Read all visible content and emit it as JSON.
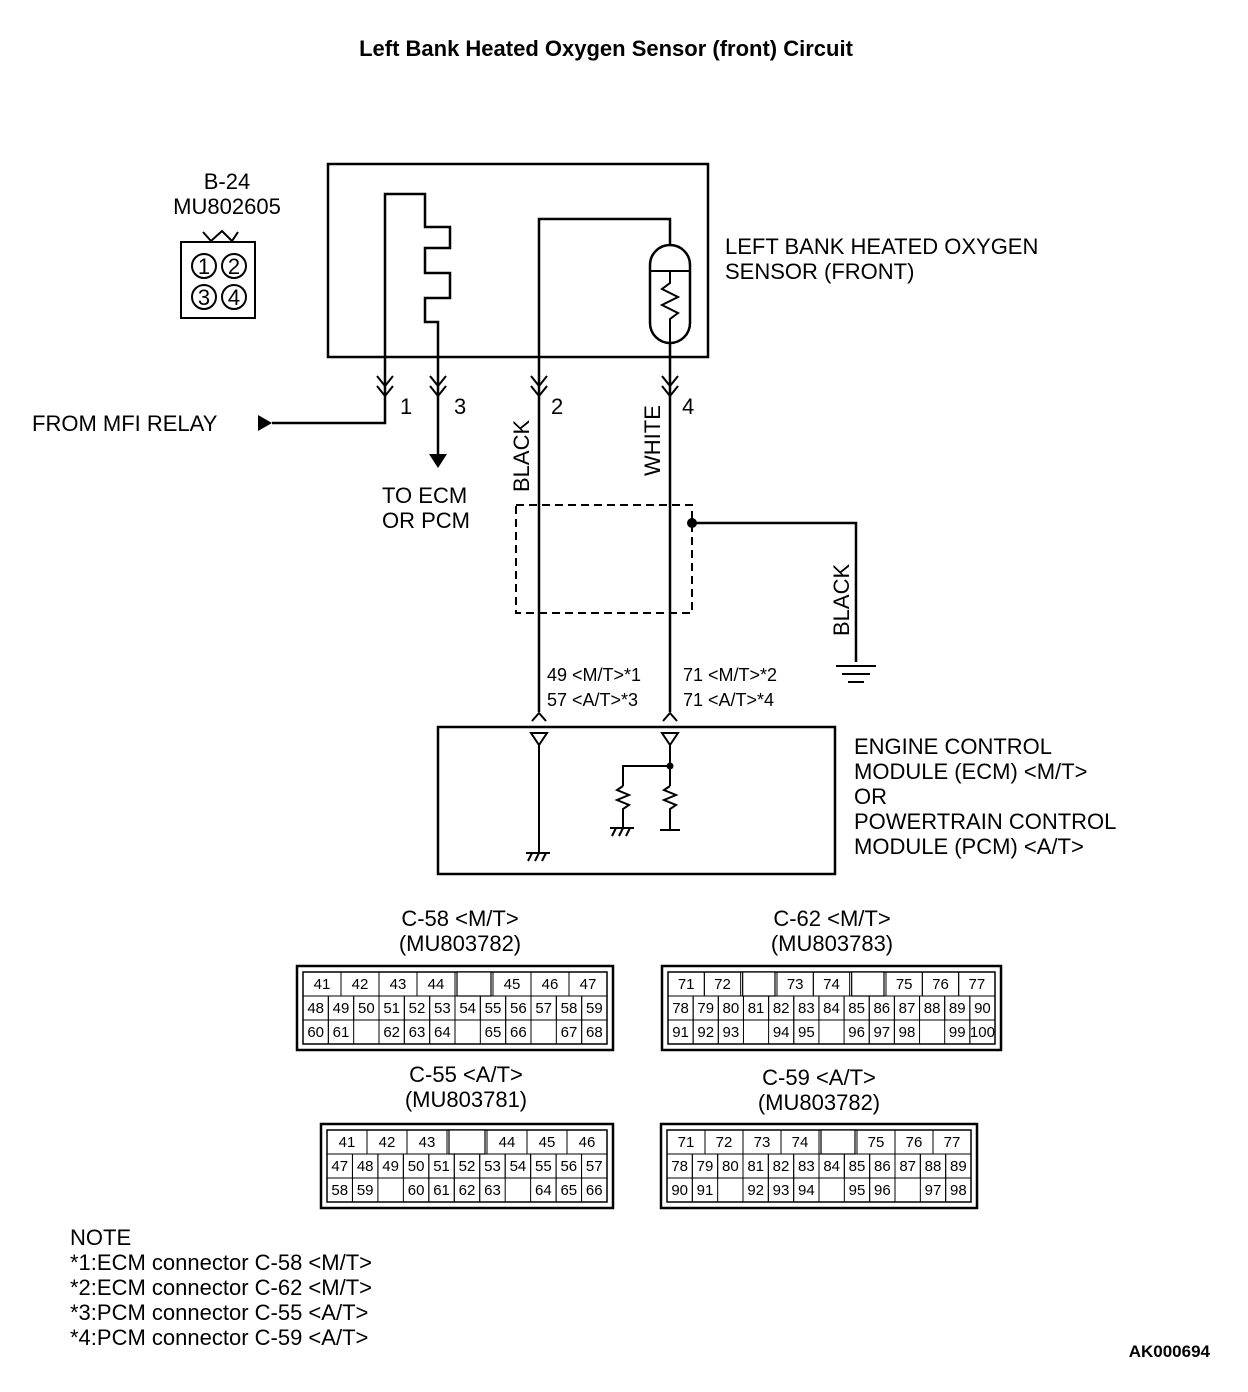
{
  "title": "Left Bank Heated Oxygen Sensor (front) Circuit",
  "sensor_connector": {
    "id": "B-24",
    "part": "MU802605",
    "pins": [
      "1",
      "2",
      "3",
      "4"
    ]
  },
  "sensor": {
    "line1": "LEFT BANK HEATED OXYGEN",
    "line2": "SENSOR (FRONT)"
  },
  "source": "FROM MFI RELAY",
  "to_ecm": {
    "line1": "TO ECM",
    "line2": "OR PCM"
  },
  "pins": {
    "p1": "1",
    "p3": "3",
    "p2": "2",
    "p4": "4"
  },
  "wires": {
    "black": "BLACK",
    "white": "WHITE",
    "ground": "BLACK"
  },
  "terminals": {
    "left1": "49 <M/T>*1",
    "left2": "57 <A/T>*3",
    "right1": "71 <M/T>*2",
    "right2": "71 <A/T>*4"
  },
  "module": {
    "line1": "ENGINE CONTROL",
    "line2": "MODULE (ECM) <M/T>",
    "line3": "OR",
    "line4": "POWERTRAIN CONTROL",
    "line5": "MODULE (PCM) <A/T>"
  },
  "connectors": {
    "c58": {
      "name": "C-58 <M/T>",
      "part": "(MU803782)",
      "rows": [
        [
          "41",
          "42",
          "43",
          "44",
          "",
          "45",
          "46",
          "47"
        ],
        [
          "48",
          "49",
          "50",
          "51",
          "52",
          "53",
          "54",
          "55",
          "56",
          "57",
          "58",
          "59"
        ],
        [
          "60",
          "61",
          "",
          "62",
          "63",
          "64",
          "",
          "65",
          "66",
          "",
          "67",
          "68"
        ]
      ]
    },
    "c62": {
      "name": "C-62 <M/T>",
      "part": "(MU803783)",
      "rows": [
        [
          "71",
          "72",
          "",
          "73",
          "74",
          "",
          "75",
          "76",
          "77"
        ],
        [
          "78",
          "79",
          "80",
          "81",
          "82",
          "83",
          "84",
          "85",
          "86",
          "87",
          "88",
          "89",
          "90"
        ],
        [
          "91",
          "92",
          "93",
          "",
          "94",
          "95",
          "",
          "96",
          "97",
          "98",
          "",
          "99",
          "100"
        ]
      ]
    },
    "c55": {
      "name": "C-55 <A/T>",
      "part": "(MU803781)",
      "rows": [
        [
          "41",
          "42",
          "43",
          "",
          "44",
          "45",
          "46"
        ],
        [
          "47",
          "48",
          "49",
          "50",
          "51",
          "52",
          "53",
          "54",
          "55",
          "56",
          "57"
        ],
        [
          "58",
          "59",
          "",
          "60",
          "61",
          "62",
          "63",
          "",
          "64",
          "65",
          "66"
        ]
      ]
    },
    "c59": {
      "name": "C-59 <A/T>",
      "part": "(MU803782)",
      "rows": [
        [
          "71",
          "72",
          "73",
          "74",
          "",
          "75",
          "76",
          "77"
        ],
        [
          "78",
          "79",
          "80",
          "81",
          "82",
          "83",
          "84",
          "85",
          "86",
          "87",
          "88",
          "89"
        ],
        [
          "90",
          "91",
          "",
          "92",
          "93",
          "94",
          "",
          "95",
          "96",
          "",
          "97",
          "98"
        ]
      ]
    }
  },
  "note": {
    "heading": "NOTE",
    "items": [
      "*1:ECM connector C-58 <M/T>",
      "*2:ECM connector C-62 <M/T>",
      "*3:PCM connector C-55 <A/T>",
      "*4:PCM connector C-59 <A/T>"
    ]
  },
  "ref_code": "AK000694"
}
